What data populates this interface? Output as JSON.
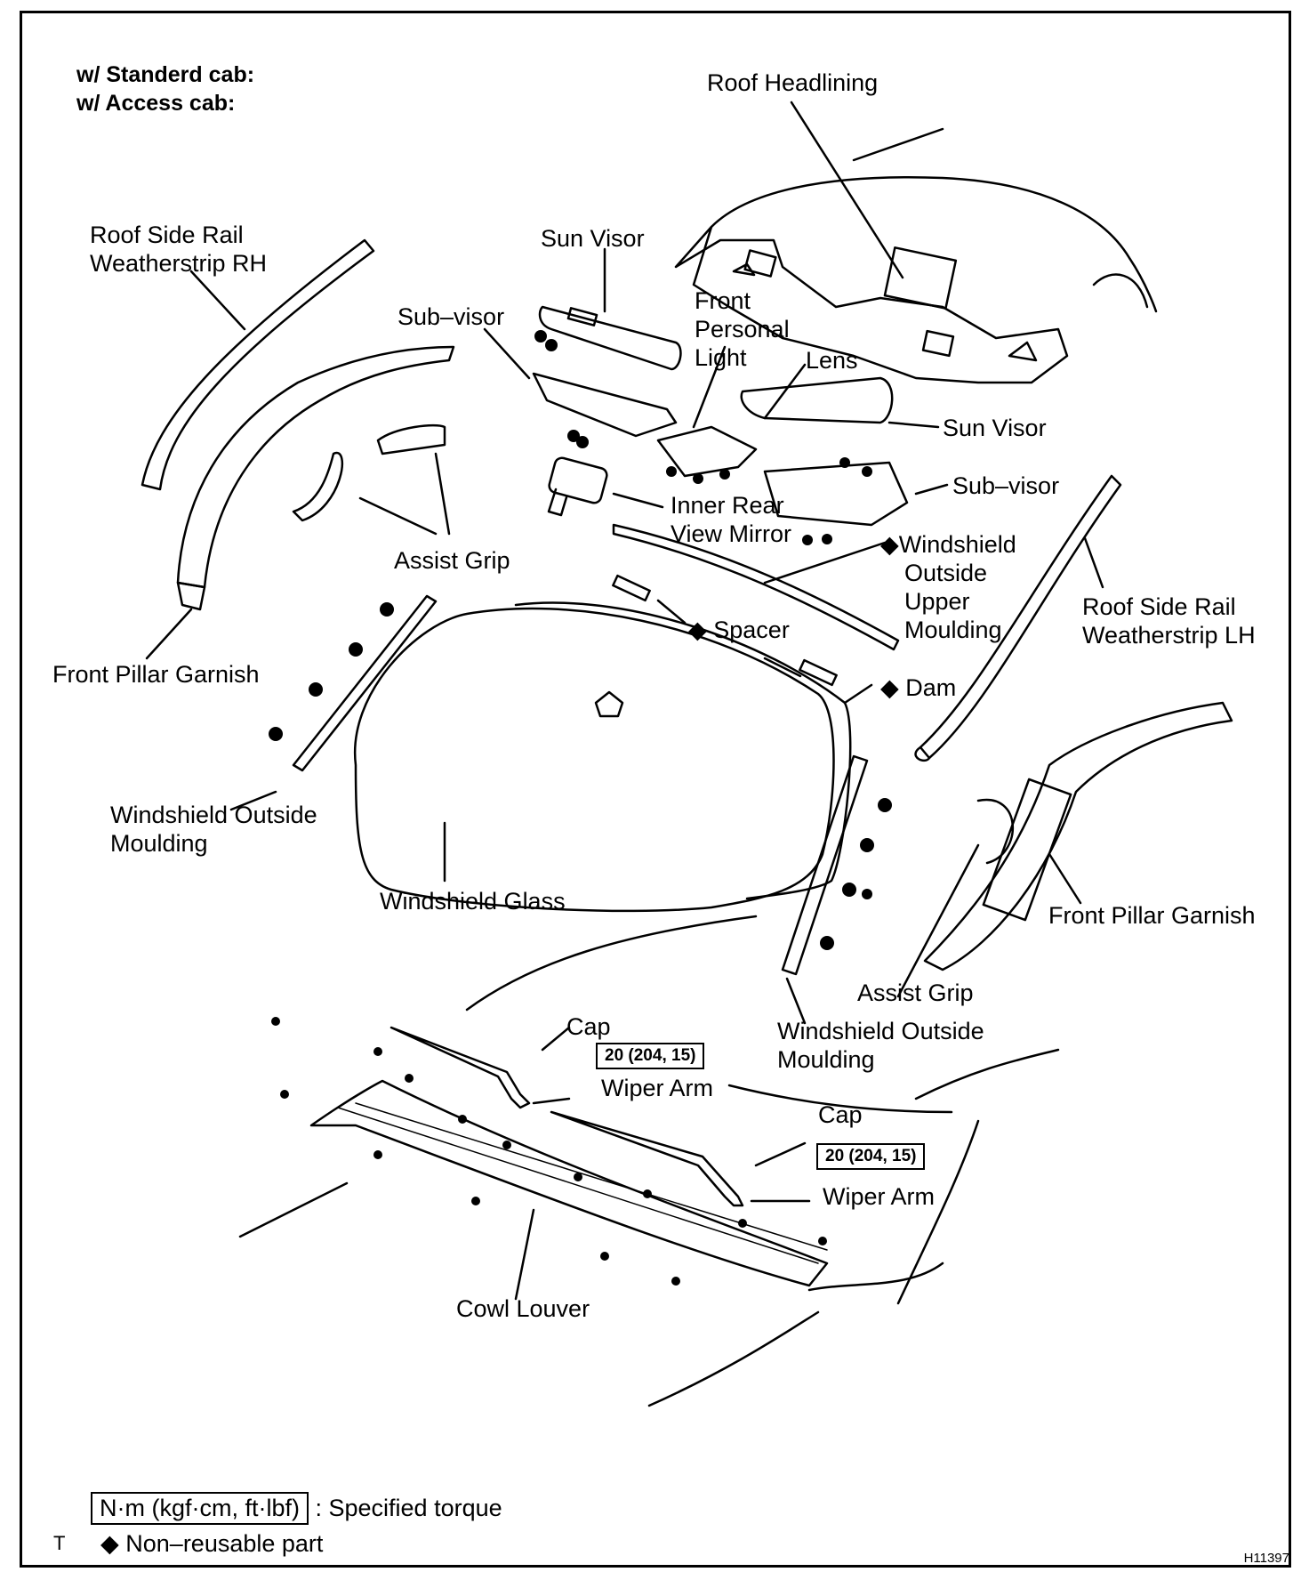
{
  "header": {
    "line1": "w/ Standerd cab:",
    "line2": "w/ Access cab:"
  },
  "labels": {
    "roof_headlining": "Roof Headlining",
    "roof_side_rail_rh": [
      "Roof Side Rail",
      "Weatherstrip RH"
    ],
    "sun_visor_1": "Sun Visor",
    "sub_visor_1": "Sub–visor",
    "front_personal_light": [
      "Front",
      "Personal",
      "Light"
    ],
    "lens": "Lens",
    "sun_visor_2": "Sun Visor",
    "sub_visor_2": "Sub–visor",
    "inner_rear_view_mirror": [
      "Inner Rear",
      "View Mirror"
    ],
    "assist_grip_1": "Assist Grip",
    "windshield_outside_upper_moulding": [
      "◆Windshield",
      "Outside",
      "Upper",
      "Moulding"
    ],
    "roof_side_rail_lh": [
      "Roof Side Rail",
      "Weatherstrip LH"
    ],
    "spacer": "◆ Spacer",
    "front_pillar_garnish_1": "Front Pillar Garnish",
    "dam": "◆ Dam",
    "windshield_outside_moulding_1": [
      "Windshield Outside",
      "Moulding"
    ],
    "windshield_glass": "Windshield Glass",
    "front_pillar_garnish_2": "Front Pillar Garnish",
    "assist_grip_2": "Assist Grip",
    "windshield_outside_moulding_2": [
      "Windshield Outside",
      "Moulding"
    ],
    "cap_1": "Cap",
    "wiper_arm_1": "Wiper Arm",
    "cap_2": "Cap",
    "wiper_arm_2": "Wiper Arm",
    "cowl_louver": "Cowl Louver"
  },
  "torque": {
    "value_1": "20 (204, 15)",
    "value_2": "20 (204, 15)"
  },
  "legend": {
    "unit_box": "N·m (kgf·cm, ft·lbf)",
    "unit_text": ": Specified torque",
    "nonreusable": "◆ Non–reusable part"
  },
  "corner_mark": "T",
  "doc_id": "H11397"
}
